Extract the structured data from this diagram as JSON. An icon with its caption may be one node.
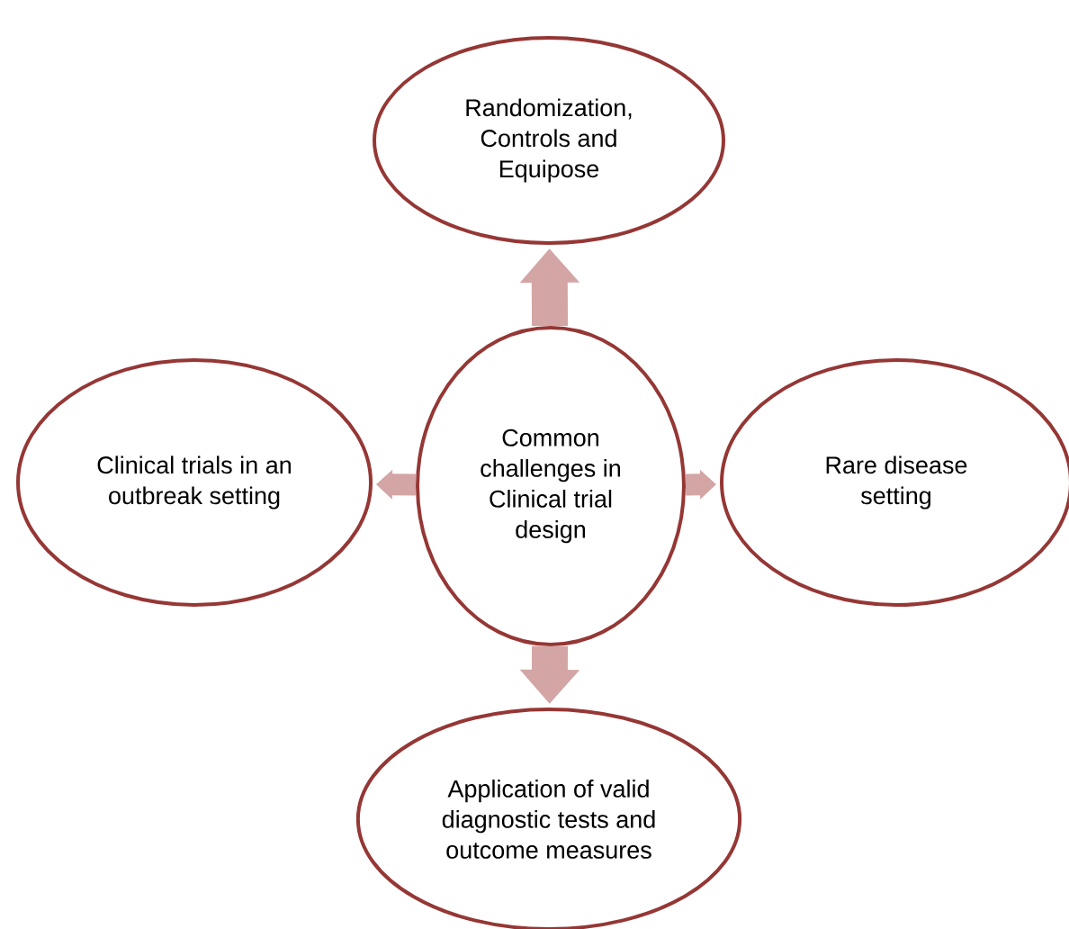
{
  "diagram": {
    "nodes": [
      {
        "text": [
          "Randomization, Controls and Equipose"
        ]
      },
      {
        "text": [
          "Clinical trials in an outbreak setting"
        ]
      },
      {
        "text": [
          "Common challenges in Clinical trial design"
        ]
      },
      {
        "text": [
          "Rare disease setting"
        ]
      },
      {
        "text": [
          "Application of valid diagnostic tests and outcome measures"
        ]
      }
    ],
    "edges": [
      {
        "from": 2,
        "to": 0,
        "arrow": "to"
      },
      {
        "from": 2,
        "to": 1,
        "arrow": "to"
      },
      {
        "from": 2,
        "to": 3,
        "arrow": "to"
      },
      {
        "from": 2,
        "to": 4,
        "arrow": "to"
      }
    ]
  }
}
